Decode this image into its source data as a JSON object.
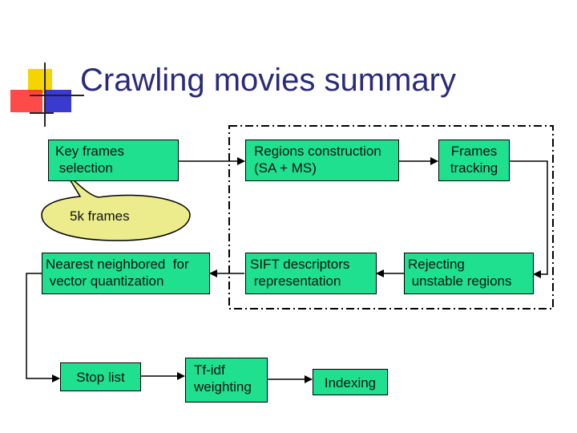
{
  "slide": {
    "title": "Crawling movies summary"
  },
  "diagram": {
    "nodes": {
      "key_frames": "Key frames\n selection",
      "regions_construction": "Regions construction\n(SA + MS)",
      "frames_tracking": "Frames\ntracking",
      "rejecting": "Rejecting\n unstable regions",
      "sift": "SIFT descriptors\n representation",
      "nearest_neighbor": "Nearest neighbored  for\n vector quantization",
      "stop_list": "Stop list",
      "tfidf": "Tf-idf\nweighting",
      "indexing": "Indexing"
    },
    "callout": "5k frames"
  },
  "colors": {
    "box_fill": "#1fe08e",
    "callout_fill": "#ecec8c",
    "title_color": "#2a2a7a",
    "deco_yellow": "#f5d400",
    "deco_red": "#ff2a2a",
    "deco_blue": "#3a3ad0"
  }
}
